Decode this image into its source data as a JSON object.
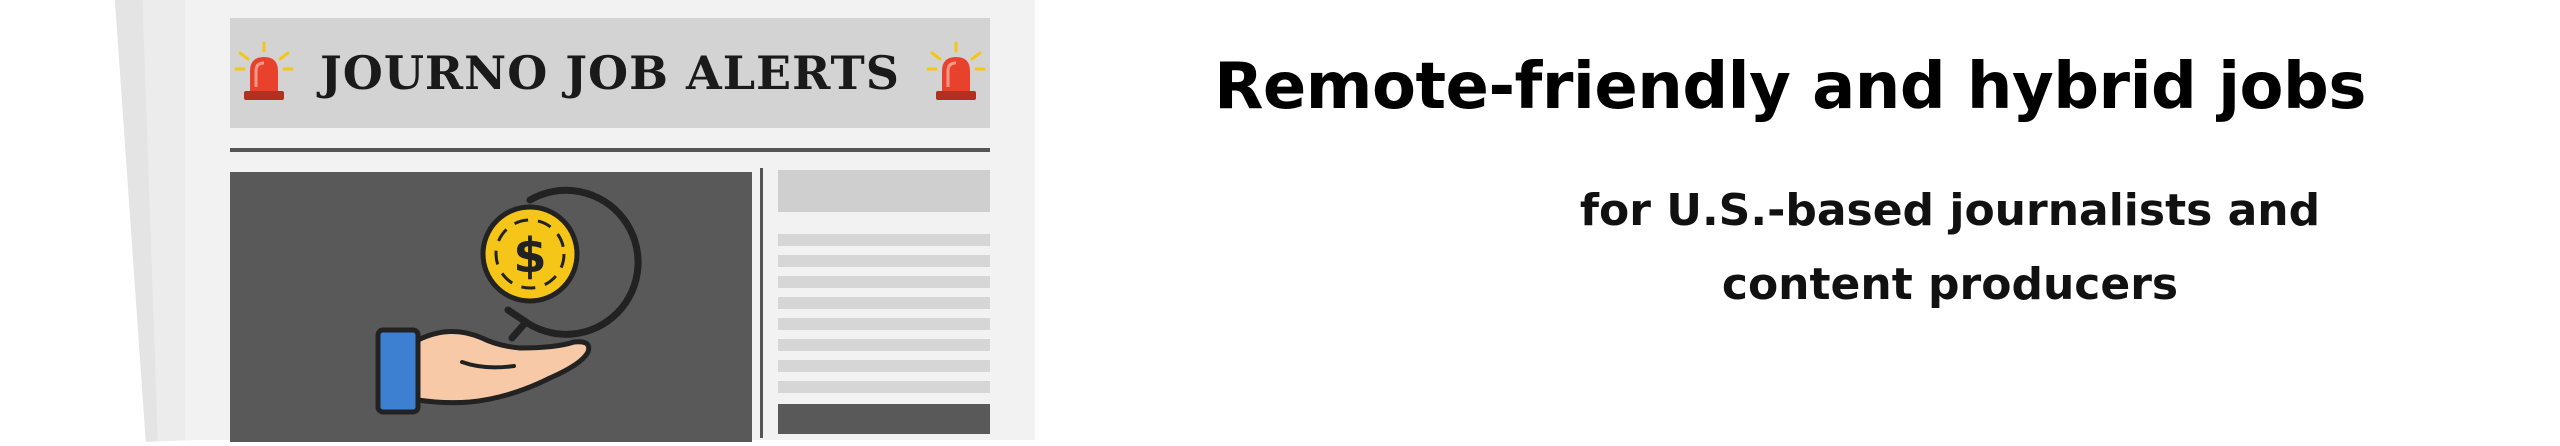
{
  "masthead": {
    "title": "JOURNO JOB ALERTS",
    "left_icon": "siren-icon",
    "right_icon": "siren-icon"
  },
  "illustration": {
    "icon": "hand-receiving-coin-icon",
    "coin_symbol": "$"
  },
  "banner": {
    "headline": "Remote-friendly and hybrid jobs",
    "subheadline_line1": "for U.S.-based journalists and",
    "subheadline_line2": "content producers"
  },
  "colors": {
    "siren_red": "#e8412c",
    "coin_yellow": "#f5c518",
    "cuff_blue": "#3d7fd0",
    "skin": "#f7c9a6",
    "photo_gray": "#595959"
  }
}
